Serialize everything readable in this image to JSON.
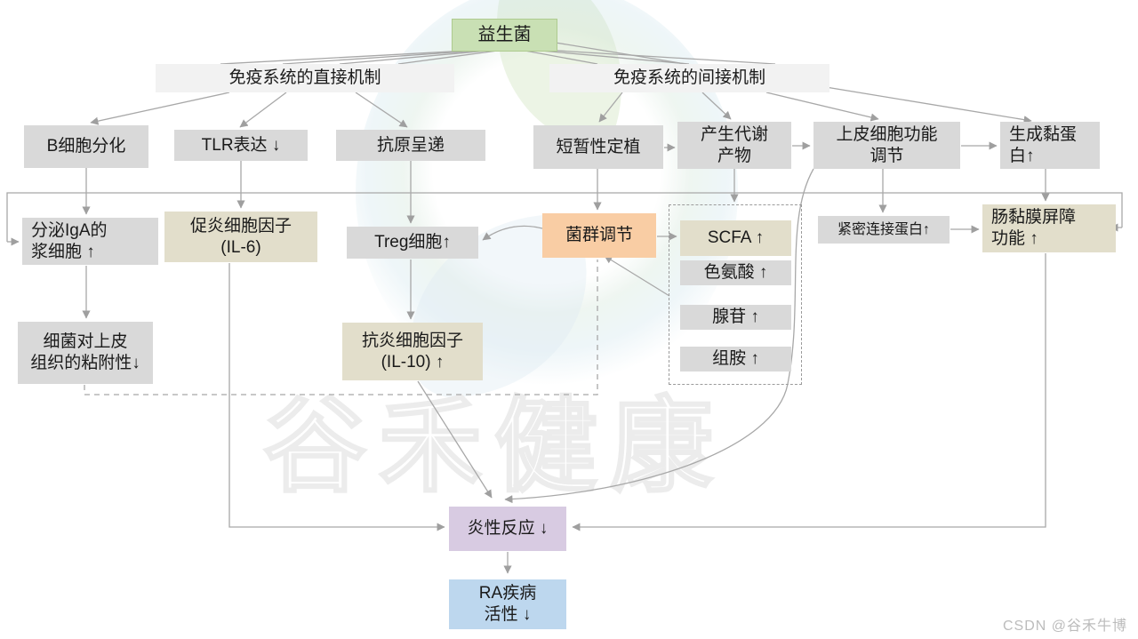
{
  "nodes": {
    "probiotics": {
      "label": "益生菌"
    },
    "direct": {
      "label": "免疫系统的直接机制"
    },
    "indirect": {
      "label": "免疫系统的间接机制"
    },
    "bcell": {
      "label": "B细胞分化"
    },
    "tlr": {
      "label": "TLR表达 ↓"
    },
    "antigen": {
      "label": "抗原呈递"
    },
    "colonization": {
      "label": "短暂性定植"
    },
    "metabolites": {
      "label": "产生代谢\n产物"
    },
    "epithelial": {
      "label": "上皮细胞功能\n调节"
    },
    "mucin": {
      "label": "生成黏蛋\n白↑"
    },
    "iga": {
      "label": "分泌IgA的\n浆细胞 ↑"
    },
    "il6": {
      "label": "促炎细胞因子\n(IL-6)"
    },
    "treg": {
      "label": "Treg细胞↑"
    },
    "flora": {
      "label": "菌群调节"
    },
    "scfa": {
      "label": "SCFA ↑"
    },
    "tightjunction": {
      "label": "紧密连接蛋白↑"
    },
    "barrier": {
      "label": "肠黏膜屏障\n功能 ↑"
    },
    "tryptophan": {
      "label": "色氨酸 ↑"
    },
    "adenosine": {
      "label": "腺苷  ↑"
    },
    "histamine": {
      "label": "组胺  ↑"
    },
    "adhesion": {
      "label": "细菌对上皮\n组织的粘附性↓"
    },
    "il10": {
      "label": "抗炎细胞因子\n(IL-10)  ↑"
    },
    "inflammation": {
      "label": "炎性反应 ↓"
    },
    "ra": {
      "label": "RA疾病\n活性 ↓"
    }
  },
  "watermarks": {
    "center": "谷禾健康",
    "csdn": "CSDN @谷禾牛博"
  },
  "colors": {
    "probiotics_green": "#c9e0b4",
    "box_gray": "#d9d9d9",
    "box_tan": "#e2decb",
    "box_orange": "#f9cda4",
    "box_purple": "#d8cbe2",
    "box_blue": "#bdd7ee",
    "header_bg": "#f2f2f2",
    "line_gray": "#9f9f9f"
  }
}
